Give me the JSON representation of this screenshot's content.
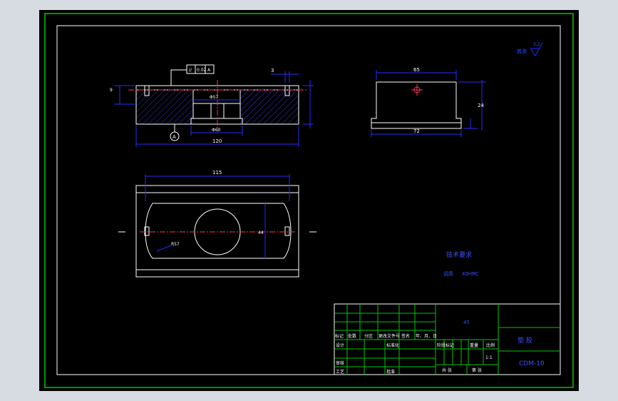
{
  "colors": {
    "background": "#d7dbe2",
    "sheet": "#000000",
    "border_outer": "#00c800",
    "border_inner": "#ffffff",
    "part_line": "#ffffff",
    "dimension": "#2a2aff",
    "center_line": "#ff3355",
    "hatch": "#3a3acc",
    "title_table": "#00c800",
    "text": "#ffffff",
    "cn_text": "#3a50ff"
  },
  "front_view": {
    "tolerance_frame": [
      "//",
      "0.02",
      "A"
    ],
    "dim_top_gap": "3",
    "dim_left": "9",
    "dim_inner_dia": "Φ57",
    "dim_bottom_dia": "Φ60",
    "dim_total_length": "120",
    "datum_label": "A"
  },
  "side_view": {
    "dim_top": "65",
    "dim_height": "24",
    "dim_bottom": "72"
  },
  "top_view": {
    "dim_length": "115",
    "dim_width": "44",
    "radius_label": "R57"
  },
  "roughness": {
    "label": "其余",
    "value": "3.2"
  },
  "tech": {
    "title": "技术要求",
    "note_label": "调质",
    "note_value": "40HRC"
  },
  "title_block": {
    "material": "45",
    "part_name": "垫 胶",
    "drawing_no": "CDM-10",
    "scale": "1:1",
    "header_labels": [
      "标记",
      "处数",
      "分区",
      "更改文件号",
      "签名",
      "年、月、日"
    ],
    "rows_labels": [
      "设计",
      "标准化"
    ],
    "bottom_left": [
      "审核",
      "工艺",
      "批准"
    ],
    "stage_labels": [
      "阶段标记",
      "重量",
      "比例"
    ],
    "footer": [
      "共 张",
      "第 张"
    ]
  }
}
